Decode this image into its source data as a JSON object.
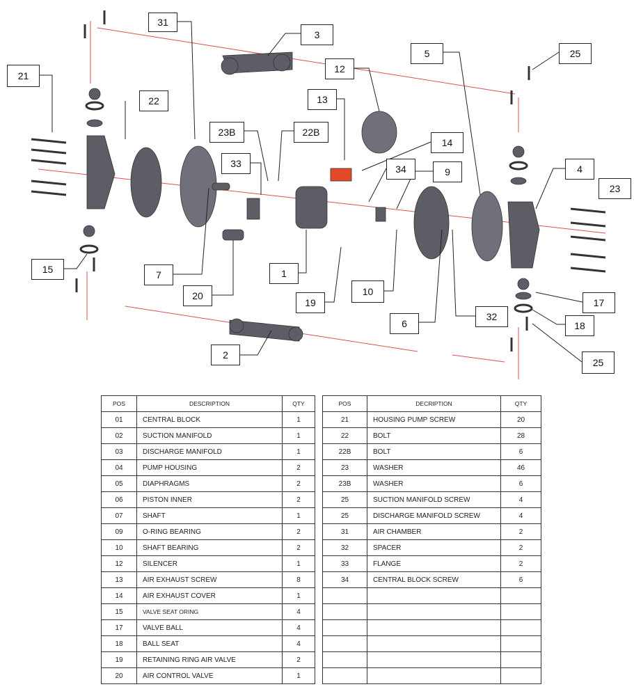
{
  "callouts": [
    "31",
    "3",
    "21",
    "5",
    "25",
    "12",
    "22",
    "13",
    "23B",
    "22B",
    "14",
    "33",
    "34",
    "9",
    "4",
    "23",
    "15",
    "7",
    "1",
    "10",
    "20",
    "19",
    "17",
    "6",
    "32",
    "18",
    "2",
    "25"
  ],
  "table_left": {
    "headers": [
      "POS",
      "DESCRIPTION",
      "QTY"
    ],
    "rows": [
      [
        "01",
        "CENTRAL BLOCK",
        "1"
      ],
      [
        "02",
        "SUCTION MANIFOLD",
        "1"
      ],
      [
        "03",
        "DISCHARGE MANIFOLD",
        "1"
      ],
      [
        "04",
        "PUMP HOUSING",
        "2"
      ],
      [
        "05",
        "DIAPHRAGMS",
        "2"
      ],
      [
        "06",
        "PISTON INNER",
        "2"
      ],
      [
        "07",
        "SHAFT",
        "1"
      ],
      [
        "09",
        "O-RING BEARING",
        "2"
      ],
      [
        "10",
        "SHAFT BEARING",
        "2"
      ],
      [
        "12",
        "SILENCER",
        "1"
      ],
      [
        "13",
        "AIR EXHAUST SCREW",
        "8"
      ],
      [
        "14",
        "AIR EXHAUST COVER",
        "1"
      ],
      [
        "15",
        "VALVE SEAT ORING",
        "4"
      ],
      [
        "17",
        "VALVE BALL",
        "4"
      ],
      [
        "18",
        "BALL SEAT",
        "4"
      ],
      [
        "19",
        "RETAINING RING AIR VALVE",
        "2"
      ],
      [
        "20",
        "AIR CONTROL VALVE",
        "1"
      ]
    ]
  },
  "table_right": {
    "headers": [
      "POS",
      "DECRIPTION",
      "QTY"
    ],
    "rows": [
      [
        "21",
        "HOUSING PUMP SCREW",
        "20"
      ],
      [
        "22",
        "BOLT",
        "28"
      ],
      [
        "22B",
        "BOLT",
        "6"
      ],
      [
        "23",
        "WASHER",
        "46"
      ],
      [
        "23B",
        "WASHER",
        "6"
      ],
      [
        "25",
        "SUCTION MANIFOLD SCREW",
        "4"
      ],
      [
        "25",
        "DISCHARGE MANIFOLD SCREW",
        "4"
      ],
      [
        "31",
        "AIR CHAMBER",
        "2"
      ],
      [
        "32",
        "SPACER",
        "2"
      ],
      [
        "33",
        "FLANGE",
        "2"
      ],
      [
        "34",
        "CENTRAL BLOCK SCREW",
        "6"
      ],
      [
        "",
        "",
        ""
      ],
      [
        "",
        "",
        ""
      ],
      [
        "",
        "",
        ""
      ],
      [
        "",
        "",
        ""
      ],
      [
        "",
        "",
        ""
      ],
      [
        "",
        "",
        ""
      ]
    ]
  }
}
